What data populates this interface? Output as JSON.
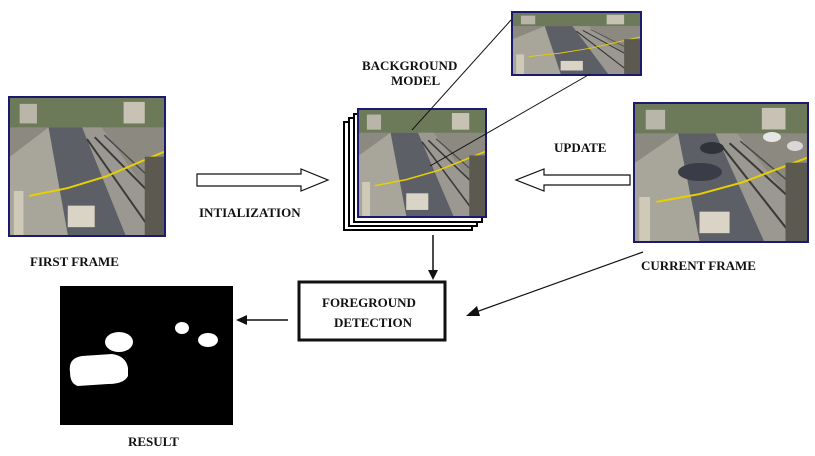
{
  "labels": {
    "first_frame": "FIRST FRAME",
    "initialization": "INTIALIZATION",
    "background_model_line1": "BACKGROUND",
    "background_model_line2": "MODEL",
    "update": "UPDATE",
    "current_frame": "CURRENT FRAME",
    "foreground_line1": "FOREGROUND",
    "foreground_line2": "DETECTION",
    "result": "RESULT"
  },
  "colors": {
    "frame_border": "#1c1a6e",
    "yellow_line": "#e8d000",
    "result_bg": "#000000",
    "blob": "#ffffff",
    "arrow": "#111111"
  }
}
